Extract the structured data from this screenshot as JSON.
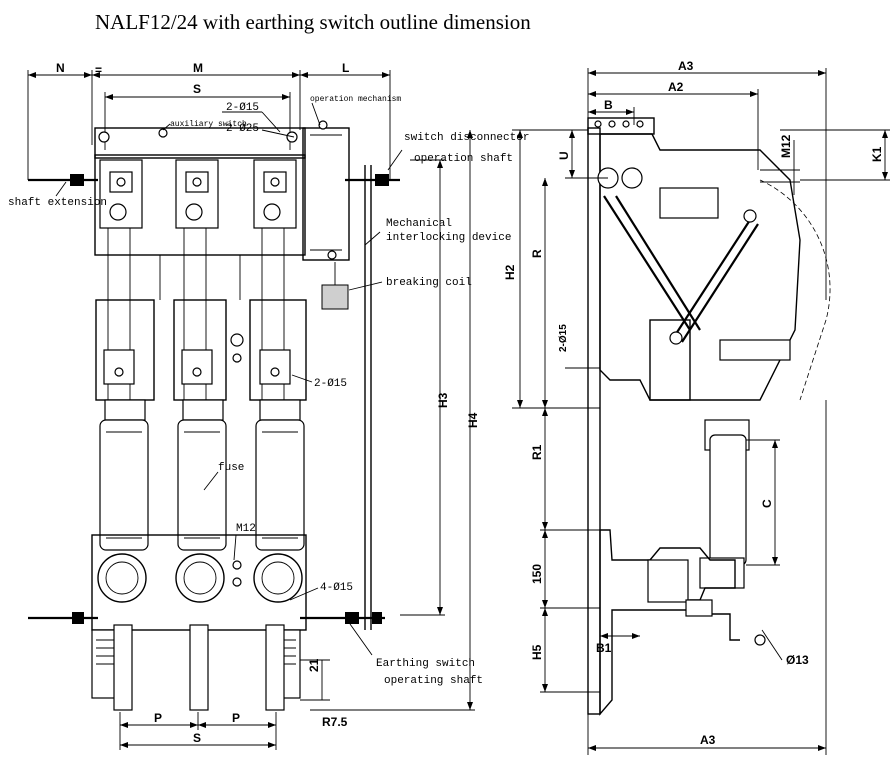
{
  "title": "NALF12/24 with earthing switch outline dimension",
  "front_view": {
    "dimensions": {
      "n": "N",
      "m": "M",
      "l": "L",
      "s_top": "S",
      "p_left": "P",
      "p_right": "P",
      "s_bottom": "S",
      "h3": "H3",
      "h4": "H4",
      "dim21": "21",
      "r75": "R7.5"
    },
    "labels": {
      "holes_2d15_top": "2-Ø15",
      "holes_2d25": "2-Ø25",
      "auxiliary_switch": "auxiliary switch",
      "operation_mechanism": "operation mechanism",
      "switch_disconnector_1": "switch disconnector",
      "switch_disconnector_2": "operation shaft",
      "shaft_extension": "shaft extension",
      "mech_interlock_1": "Mechanical",
      "mech_interlock_2": "interlocking device",
      "breaking_coil": "breaking coil",
      "holes_2d15_mid": "2-Ø15",
      "fuse": "fuse",
      "m12": "M12",
      "holes_4d15": "4-Ø15",
      "earthing_1": "Earthing switch",
      "earthing_2": "operating shaft"
    }
  },
  "side_view": {
    "dimensions": {
      "a3_top": "A3",
      "a2": "A2",
      "b": "B",
      "u": "U",
      "m12": "M12",
      "k1": "K1",
      "h2": "H2",
      "r": "R",
      "holes_2d15": "2-Ø15",
      "r1": "R1",
      "c": "C",
      "d150": "150",
      "b1": "B1",
      "h5": "H5",
      "d13": "Ø13",
      "a3_bottom": "A3"
    }
  }
}
